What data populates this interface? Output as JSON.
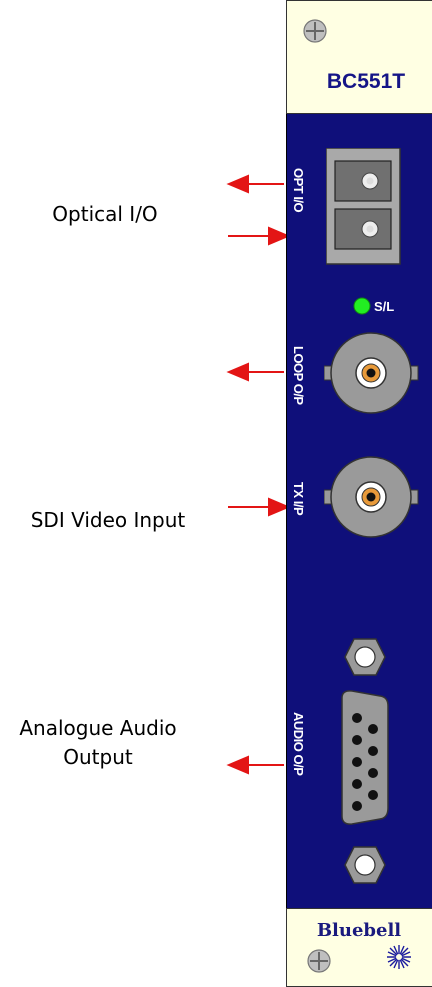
{
  "card": {
    "model": "BC551T",
    "brand": "Bluebell",
    "colors": {
      "panel": "#0f0f7a",
      "cap": "#ffffe3",
      "arrow": "#e31515",
      "led": "#22ee22"
    }
  },
  "ports": {
    "opt_io": "OPT I/O",
    "led": "S/L",
    "loop_op": "LOOP O/P",
    "tx_ip": "TX I/P",
    "audio_op": "AUDIO O/P"
  },
  "callouts": {
    "optical": "Optical I/O",
    "sdi": "SDI Video Input",
    "audio_line1": "Analogue Audio",
    "audio_line2": "Output"
  },
  "icons": [
    "screw-icon",
    "optical-connector-icon",
    "bnc-connector-icon",
    "db9-connector-icon",
    "hex-nut-icon",
    "starburst-logo-icon",
    "arrow-icon"
  ]
}
